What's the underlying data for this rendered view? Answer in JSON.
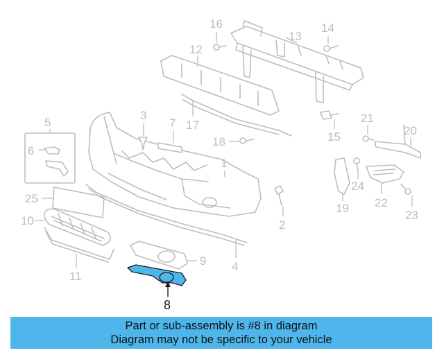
{
  "diagram": {
    "highlight_color": "#4fb6ec",
    "line_color": "#bdbdbd",
    "callouts": {
      "c1": "1",
      "c2": "2",
      "c3": "3",
      "c4": "4",
      "c5": "5",
      "c6": "6",
      "c7": "7",
      "c8": "8",
      "c9": "9",
      "c10": "10",
      "c11": "11",
      "c12": "12",
      "c13": "13",
      "c14": "14",
      "c15": "15",
      "c16": "16",
      "c17": "17",
      "c18": "18",
      "c19": "19",
      "c20": "20",
      "c21": "21",
      "c22": "22",
      "c23": "23",
      "c24": "24",
      "c25": "25"
    },
    "highlighted_part": "8"
  },
  "banner": {
    "line1": "Part or sub-assembly is #8 in diagram",
    "line2": "Diagram may not be specific to your vehicle"
  }
}
